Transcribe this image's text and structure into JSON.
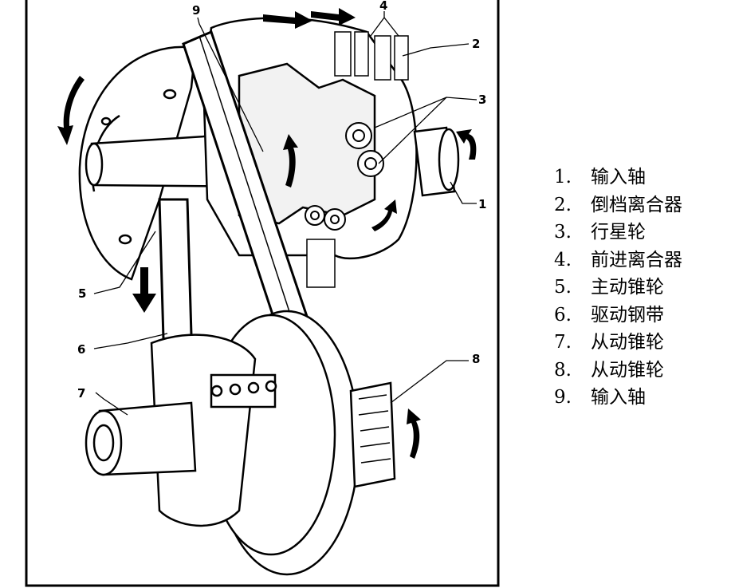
{
  "diagram": {
    "callouts": [
      "1",
      "2",
      "3",
      "4",
      "5",
      "6",
      "7",
      "8",
      "9"
    ]
  },
  "legend": {
    "items": [
      {
        "num": "1.",
        "label": "输入轴"
      },
      {
        "num": "2.",
        "label": "倒档离合器"
      },
      {
        "num": "3.",
        "label": "行星轮"
      },
      {
        "num": "4.",
        "label": "前进离合器"
      },
      {
        "num": "5.",
        "label": "主动锥轮"
      },
      {
        "num": "6.",
        "label": "驱动钢带"
      },
      {
        "num": "7.",
        "label": "从动锥轮"
      },
      {
        "num": "8.",
        "label": "从动锥轮"
      },
      {
        "num": "9.",
        "label": "输入轴"
      }
    ]
  },
  "colors": {
    "line": "#000000",
    "background": "#ffffff",
    "shade": "#d9d9d9"
  }
}
